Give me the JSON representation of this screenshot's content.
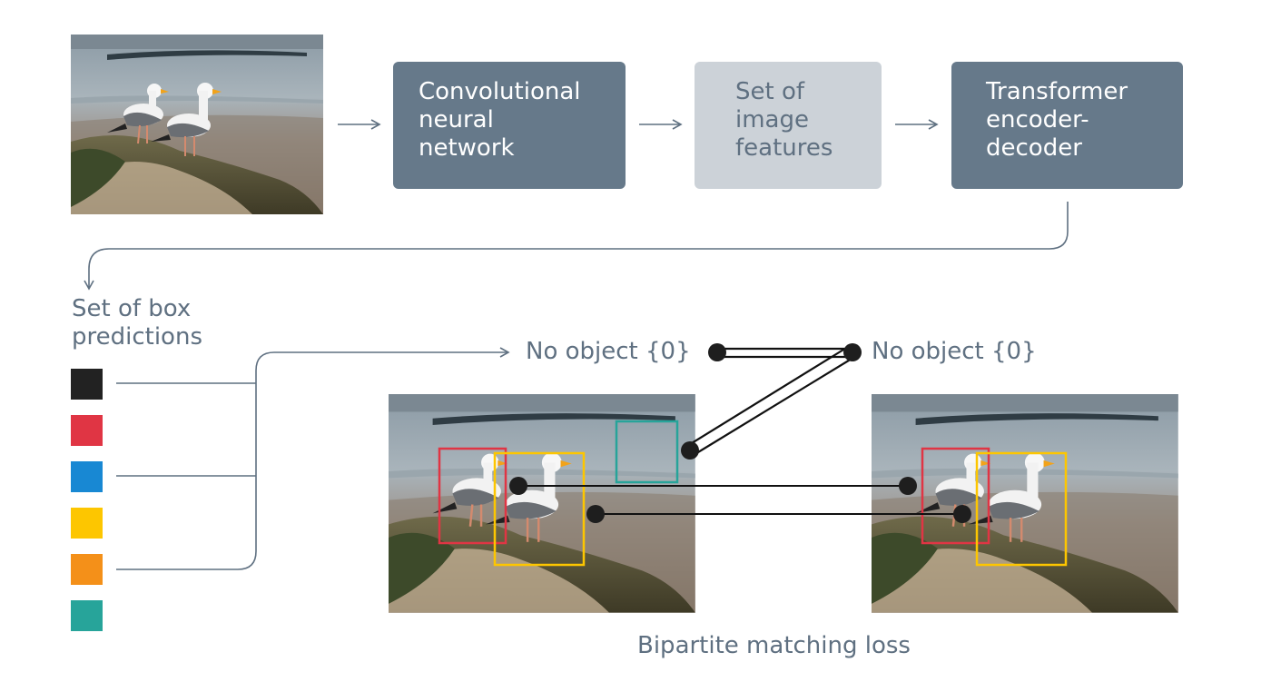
{
  "pipeline": {
    "cnn": [
      "Convolutional",
      "neural",
      "network"
    ],
    "features": [
      "Set of",
      "image",
      "features"
    ],
    "transformer": [
      "Transformer",
      "encoder-",
      "decoder"
    ]
  },
  "predictions": {
    "heading": [
      "Set of box",
      "predictions"
    ],
    "colors": [
      "#222222",
      "#e03544",
      "#1888d3",
      "#fdc600",
      "#f49019",
      "#27a49a"
    ]
  },
  "matching": {
    "no_object_left": "No object {0}",
    "no_object_right": "No object {0}",
    "caption": "Bipartite matching loss"
  },
  "colors": {
    "node": "#66798a",
    "arrow": "#5f7081",
    "box_red": "#e03544",
    "box_yellow": "#fdc600",
    "box_teal": "#27a49a"
  }
}
